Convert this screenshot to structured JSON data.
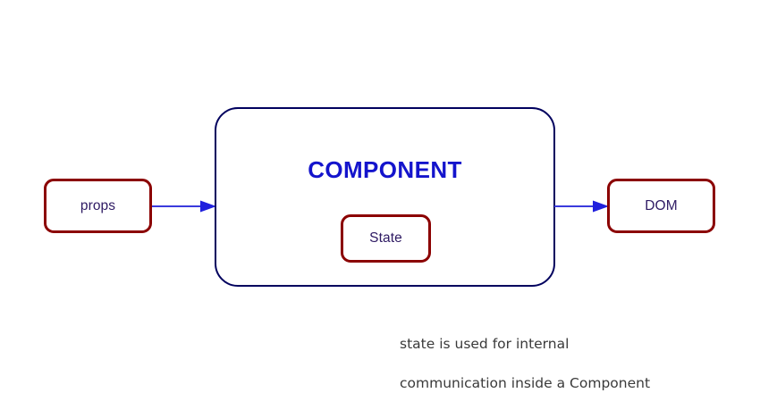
{
  "diagram": {
    "title_text": "COMPONENT",
    "nodes": {
      "props": {
        "label": "props",
        "shape": "rounded-rect",
        "border_color": "#8B0000",
        "text_color": "#2e1a63"
      },
      "component": {
        "label": "COMPONENT",
        "shape": "rounded-rect",
        "border_color": "#00005e",
        "text_color": "#1414cc"
      },
      "state": {
        "label": "State",
        "shape": "rounded-rect",
        "border_color": "#8B0000",
        "text_color": "#2e1a63"
      },
      "dom": {
        "label": "DOM",
        "shape": "rounded-rect",
        "border_color": "#8B0000",
        "text_color": "#2e1a63"
      }
    },
    "arrows": [
      {
        "name": "props-to-component",
        "from": "props",
        "to": "component",
        "color": "#3b3bdd",
        "direction": "right"
      },
      {
        "name": "component-to-dom",
        "from": "component",
        "to": "dom",
        "color": "#3b3bdd",
        "direction": "right"
      }
    ],
    "caption": {
      "line1": "state is used for internal",
      "line2": "communication inside a Component",
      "color": "#3a3a3a"
    },
    "background_color": "#ffffff"
  }
}
